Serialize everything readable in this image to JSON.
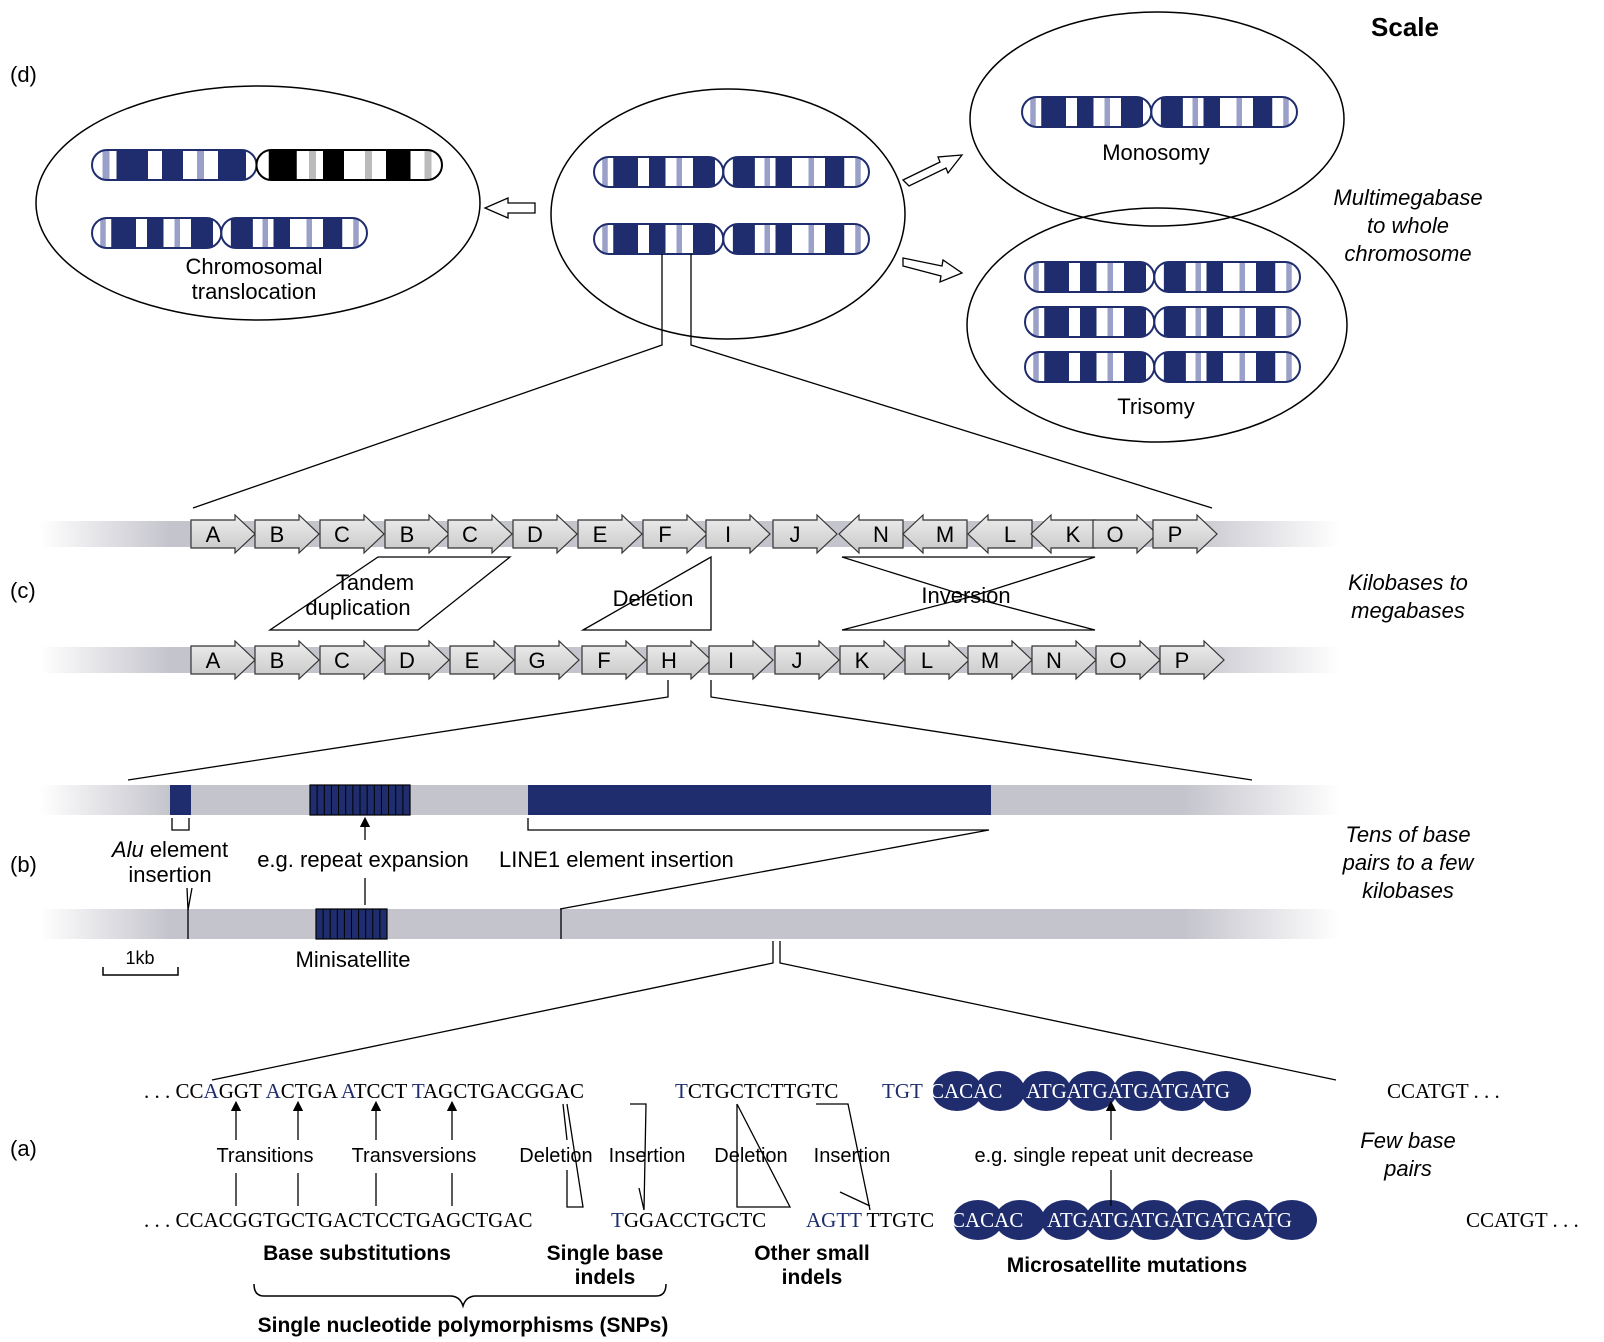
{
  "scale_header": "Scale",
  "panel_labels": {
    "d": "(d)",
    "c": "(c)",
    "b": "(b)",
    "a": "(a)"
  },
  "scales": {
    "d": [
      "Multimegabase",
      "to whole",
      "chromosome"
    ],
    "c": [
      "Kilobases to",
      "megabases"
    ],
    "b": [
      "Tens of base",
      "pairs to a few",
      "kilobases"
    ],
    "a": [
      "Few base",
      "pairs"
    ]
  },
  "panel_d": {
    "translocation": [
      "Chromosomal",
      "translocation"
    ],
    "monosomy": "Monosomy",
    "trisomy": "Trisomy"
  },
  "panel_c": {
    "top_genes": [
      "A",
      "B",
      "C",
      "B",
      "C",
      "D",
      "E",
      "F",
      "I",
      "J",
      "N",
      "M",
      "L",
      "K",
      "O",
      "P"
    ],
    "bottom_genes": [
      "A",
      "B",
      "C",
      "D",
      "E",
      "G",
      "F",
      "H",
      "I",
      "J",
      "K",
      "L",
      "M",
      "N",
      "O",
      "P"
    ],
    "tandem_duplication": [
      "Tandem",
      "duplication"
    ],
    "deletion": "Deletion",
    "inversion": "Inversion"
  },
  "panel_b": {
    "alu_italic": "Alu",
    "alu_rest": " element",
    "alu_line2": "insertion",
    "repeat_expansion": "e.g. repeat expansion",
    "line1": "LINE1 element insertion",
    "minisatellite": "Minisatellite",
    "scale_bar": "1kb"
  },
  "panel_a": {
    "top_sequence": {
      "lead": ". . . CC",
      "parts": [
        {
          "t": "A",
          "c": "blue"
        },
        {
          "t": "GGT ",
          "c": "black"
        },
        {
          "t": "A",
          "c": "blue"
        },
        {
          "t": "CTGA ",
          "c": "black"
        },
        {
          "t": "A",
          "c": "blue"
        },
        {
          "t": "TCCT ",
          "c": "black"
        },
        {
          "t": "T",
          "c": "blue"
        },
        {
          "t": "AGCTGACGGAC",
          "c": "black"
        }
      ],
      "indel_part": [
        {
          "t": "T",
          "c": "blue"
        },
        {
          "t": "CTGCTCTTGTC",
          "c": "black"
        }
      ],
      "tgt": "TGT",
      "repeats": [
        "CACAC",
        "ATGATGATGATGATG"
      ],
      "tail": "CCATGT . . ."
    },
    "bottom_sequence": {
      "lead": ". . . CCACGGTGCTGACTCCTGAGCTGAC",
      "indel1": [
        {
          "t": "T",
          "c": "blue"
        },
        {
          "t": "GGACCTGCTC",
          "c": "black"
        }
      ],
      "indel2": [
        {
          "t": "AGTT",
          "c": "blue"
        },
        {
          "t": " TTGTC",
          "c": "black"
        }
      ],
      "repeats": [
        "CACAC",
        "ATGATGATGATGATGATG"
      ],
      "tail": "CCATGT . . ."
    },
    "labels": {
      "transitions": "Transitions",
      "transversions": "Transversions",
      "deletion1": "Deletion",
      "insertion1": "Insertion",
      "deletion2": "Deletion",
      "insertion2": "Insertion",
      "repeat_decrease": "e.g. single repeat unit decrease",
      "base_substitutions": "Base substitutions",
      "single_base_indels": [
        "Single base",
        "indels"
      ],
      "other_small_indels": [
        "Other small",
        "indels"
      ],
      "microsatellite": "Microsatellite mutations",
      "snps": "Single nucleotide polymorphisms (SNPs)"
    }
  },
  "colors": {
    "navy": "#1f2d6e",
    "light_band": "#9aa0c8",
    "gene_fill": "#d8d8d8",
    "track": "#c4c4cc"
  }
}
